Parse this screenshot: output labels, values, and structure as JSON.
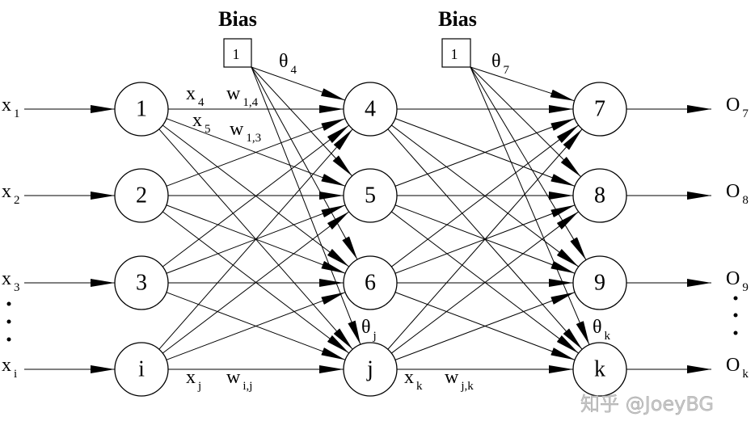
{
  "bias_blocks": [
    {
      "title": "Bias",
      "value": "1"
    },
    {
      "title": "Bias",
      "value": "1"
    }
  ],
  "layers": {
    "input": [
      "1",
      "2",
      "3",
      "i"
    ],
    "hidden": [
      "4",
      "5",
      "6",
      "j"
    ],
    "output": [
      "7",
      "8",
      "9",
      "k"
    ]
  },
  "inputs": [
    {
      "b": "x",
      "s": "1"
    },
    {
      "b": "x",
      "s": "2"
    },
    {
      "b": "x",
      "s": "3"
    },
    {
      "b": "x",
      "s": "i"
    }
  ],
  "outputs": [
    {
      "b": "O",
      "s": "7"
    },
    {
      "b": "O",
      "s": "8"
    },
    {
      "b": "O",
      "s": "9"
    },
    {
      "b": "O",
      "s": "k"
    }
  ],
  "annotations": [
    {
      "b": "x",
      "s": "4"
    },
    {
      "b": "w",
      "s": "1,4"
    },
    {
      "b": "x",
      "s": "5"
    },
    {
      "b": "w",
      "s": "1,3"
    },
    {
      "b": "θ",
      "s": "4"
    },
    {
      "b": "θ",
      "s": "7"
    },
    {
      "b": "θ",
      "s": "j"
    },
    {
      "b": "θ",
      "s": "k"
    },
    {
      "b": "x",
      "s": "j"
    },
    {
      "b": "w",
      "s": "i,j"
    },
    {
      "b": "x",
      "s": "k"
    },
    {
      "b": "w",
      "s": "j,k"
    }
  ],
  "watermark": "知乎 @JoeyBG"
}
